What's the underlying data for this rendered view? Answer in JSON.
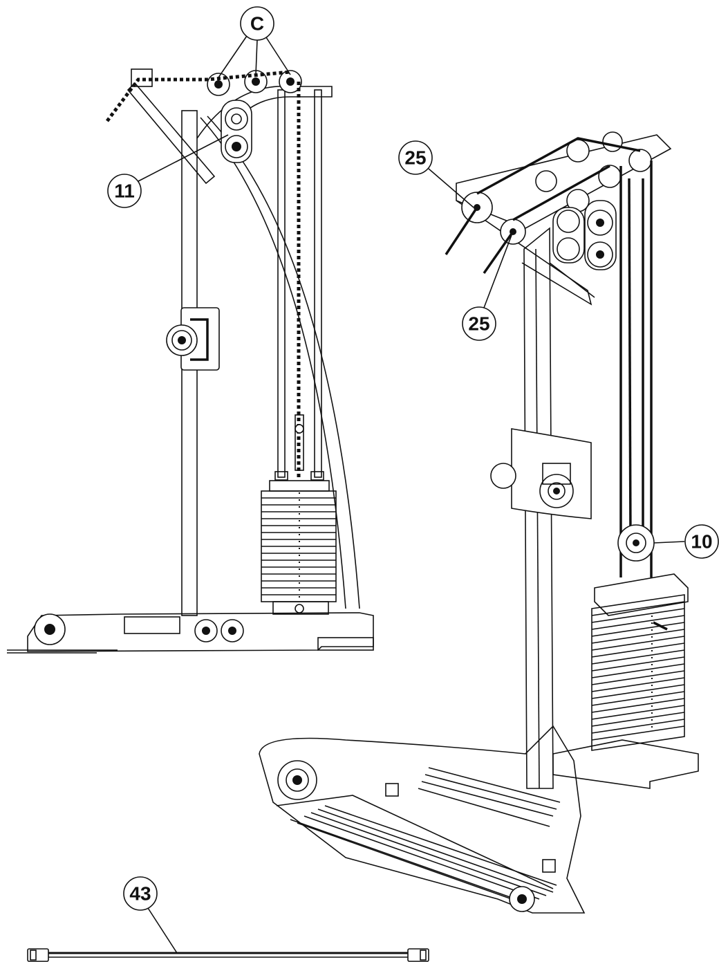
{
  "diagram": {
    "callouts": {
      "c": "C",
      "part_11": "11",
      "part_25_top": "25",
      "part_25_bottom": "25",
      "part_10": "10",
      "part_43": "43"
    }
  }
}
